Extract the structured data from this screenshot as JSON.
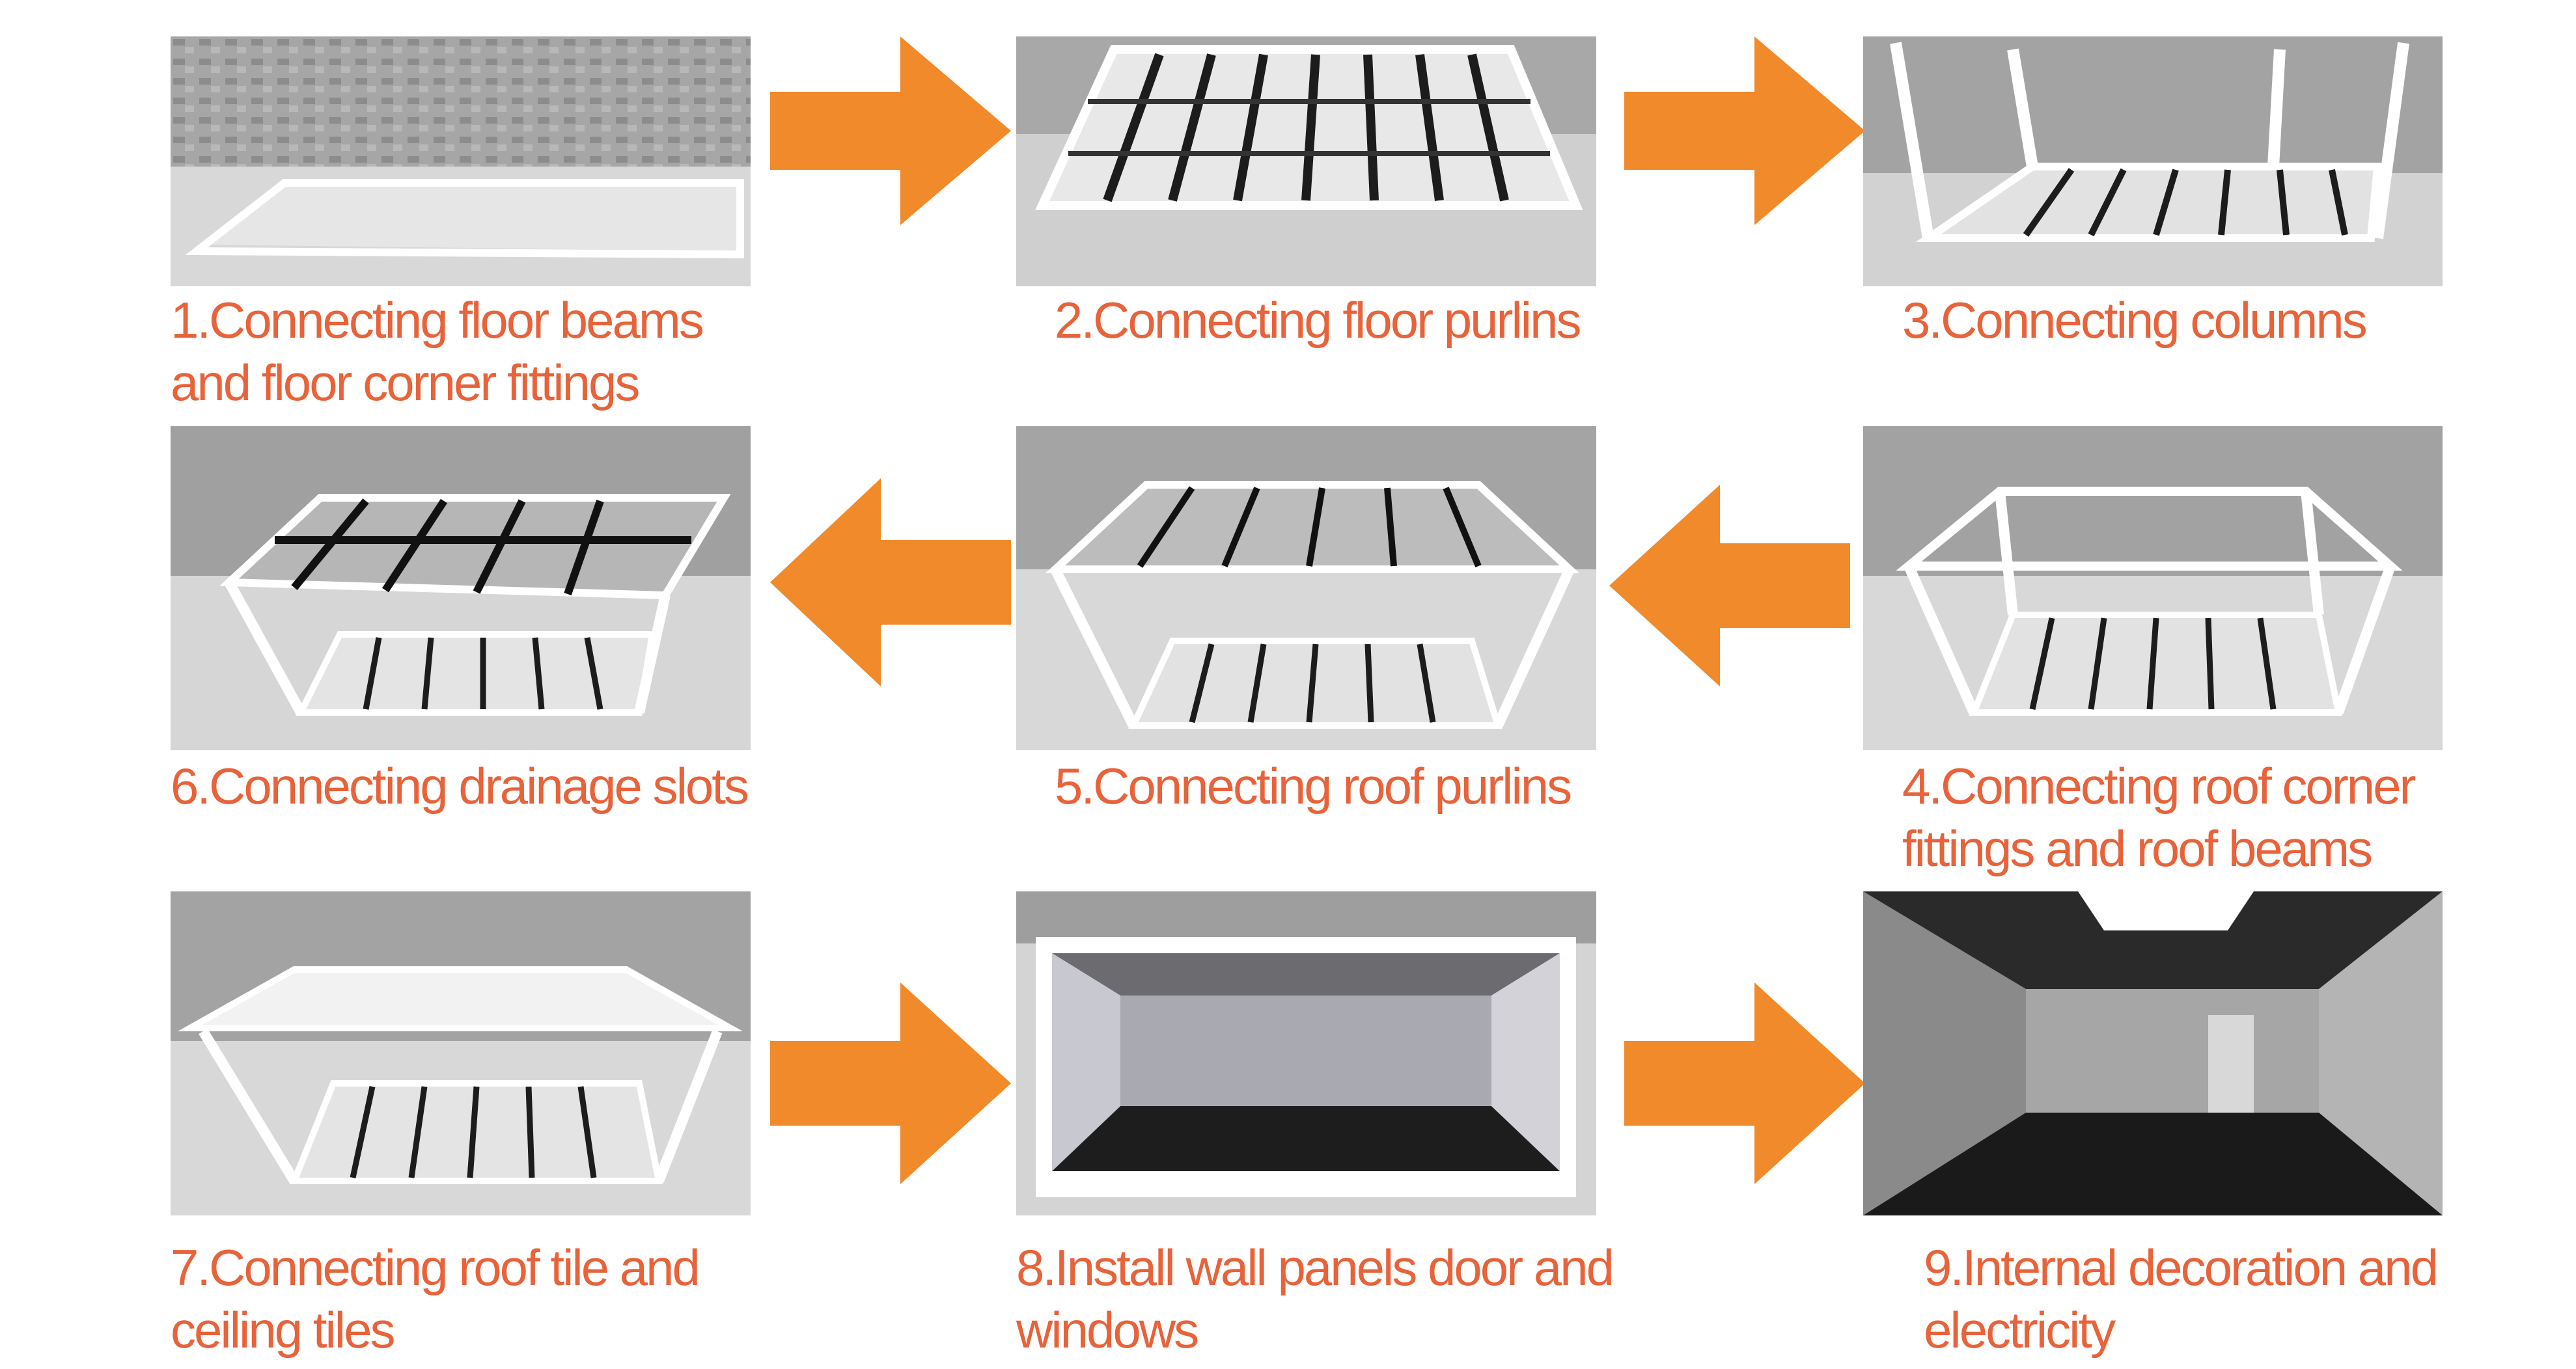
{
  "steps": [
    {
      "line1": "1.Connecting floor beams",
      "line2": "and floor corner fittings",
      "image": "floor-frame-photo"
    },
    {
      "line1": "2.Connecting floor purlins",
      "line2": "",
      "image": "floor-purlins-photo"
    },
    {
      "line1": "3.Connecting columns",
      "line2": "",
      "image": "columns-photo"
    },
    {
      "line1": "4.Connecting roof corner",
      "line2": "fittings and roof beams",
      "image": "roof-beams-photo"
    },
    {
      "line1": "5.Connecting roof purlins",
      "line2": "",
      "image": "roof-purlins-photo"
    },
    {
      "line1": "6.Connecting drainage slots",
      "line2": "",
      "image": "drainage-slots-photo"
    },
    {
      "line1": "7.Connecting roof tile and",
      "line2": "ceiling tiles",
      "image": "roof-tile-photo"
    },
    {
      "line1": "8.Install wall panels door and",
      "line2": "windows",
      "image": "wall-panels-photo"
    },
    {
      "line1": "9.Internal decoration and",
      "line2": "electricity",
      "image": "interior-photo"
    }
  ],
  "arrows": [
    {
      "direction": "right",
      "from": 1,
      "to": 2
    },
    {
      "direction": "right",
      "from": 2,
      "to": 3
    },
    {
      "direction": "left",
      "from": 4,
      "to": 5
    },
    {
      "direction": "left",
      "from": 5,
      "to": 6
    },
    {
      "direction": "right",
      "from": 7,
      "to": 8
    },
    {
      "direction": "right",
      "from": 8,
      "to": 9
    }
  ],
  "colors": {
    "caption": "#e8623a",
    "arrow": "#f08a2a"
  }
}
